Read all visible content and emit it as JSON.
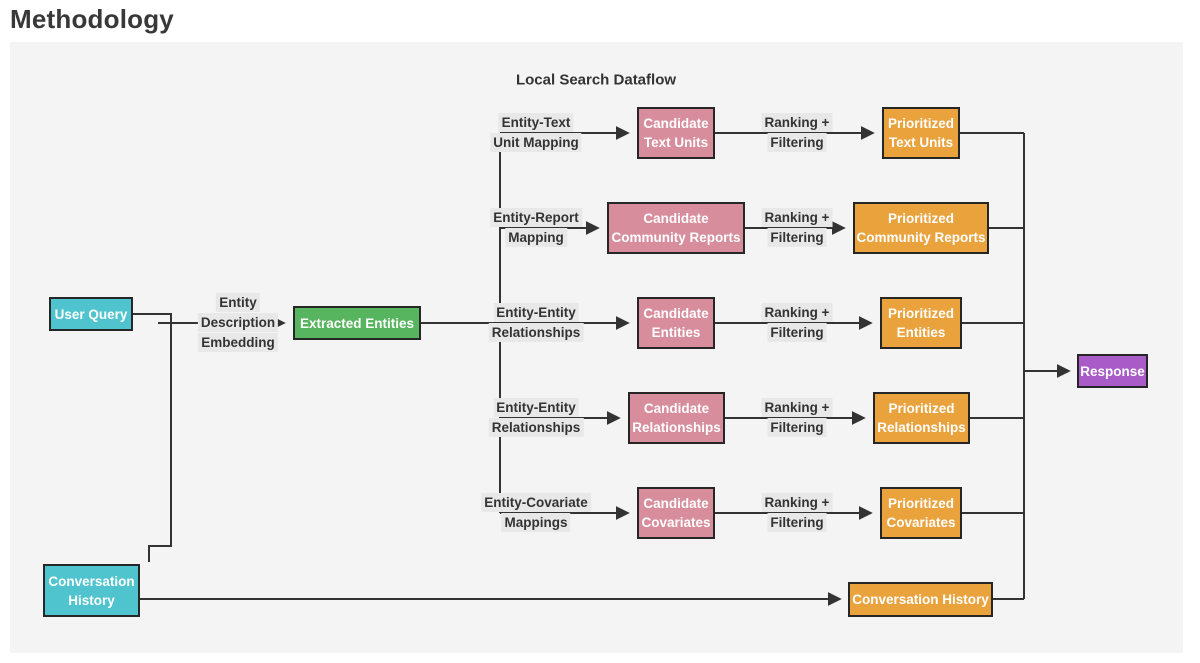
{
  "page": {
    "title": "Methodology"
  },
  "diagram": {
    "title": "Local Search Dataflow",
    "colors": {
      "cyan": "#4FC4CF",
      "green": "#57B45F",
      "pink": "#D78D9C",
      "orange": "#E9A23C",
      "purple": "#A95CC7",
      "border": "#262626",
      "edge": "#333333",
      "label_bg": "#e8e8e8",
      "canvas_bg": "#f4f4f4"
    },
    "nodes": {
      "user_query": "User Query",
      "conversation_history": [
        "Conversation",
        "History"
      ],
      "extracted_entities": "Extracted Entities",
      "response": "Response",
      "conversation_history_out": "Conversation History"
    },
    "entity_label": [
      "Entity",
      "Description",
      "Embedding"
    ],
    "rows": [
      {
        "mapping": [
          "Entity-Text",
          "Unit Mapping"
        ],
        "candidate": [
          "Candidate",
          "Text Units"
        ],
        "ranking": [
          "Ranking +",
          "Filtering"
        ],
        "prioritized": [
          "Prioritized",
          "Text Units"
        ]
      },
      {
        "mapping": [
          "Entity-Report",
          "Mapping"
        ],
        "candidate": [
          "Candidate",
          "Community Reports"
        ],
        "ranking": [
          "Ranking +",
          "Filtering"
        ],
        "prioritized": [
          "Prioritized",
          "Community Reports"
        ]
      },
      {
        "mapping": [
          "Entity-Entity",
          "Relationships"
        ],
        "candidate": [
          "Candidate",
          "Entities"
        ],
        "ranking": [
          "Ranking +",
          "Filtering"
        ],
        "prioritized": [
          "Prioritized",
          "Entities"
        ]
      },
      {
        "mapping": [
          "Entity-Entity",
          "Relationships"
        ],
        "candidate": [
          "Candidate",
          "Relationships"
        ],
        "ranking": [
          "Ranking +",
          "Filtering"
        ],
        "prioritized": [
          "Prioritized",
          "Relationships"
        ]
      },
      {
        "mapping": [
          "Entity-Covariate",
          "Mappings"
        ],
        "candidate": [
          "Candidate",
          "Covariates"
        ],
        "ranking": [
          "Ranking +",
          "Filtering"
        ],
        "prioritized": [
          "Prioritized",
          "Covariates"
        ]
      }
    ]
  }
}
